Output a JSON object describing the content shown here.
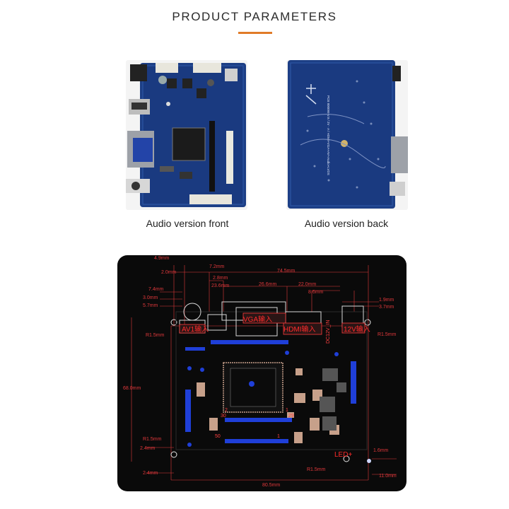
{
  "header": {
    "title": "PRODUCT PARAMETERS",
    "accent_color": "#e07b28"
  },
  "photos": {
    "front_caption": "Audio version front",
    "back_caption": "Audio version back",
    "back_silkscreen": "PCB 800099 V.9 / 2V · A / HDMI+VGA+AV+Audio+LVDS"
  },
  "diagram": {
    "connectors": {
      "av1": "AV1输入",
      "vga": "VGA输入",
      "hdmi": "HDMI输入",
      "dc12v": "12V输入",
      "dc12v_side": "DC12V_IN",
      "led": "LED+"
    },
    "pins": {
      "p2": "2",
      "p30": "30",
      "p29": "29",
      "p1": "1",
      "p1b": "1",
      "p50": "50"
    },
    "dimensions": {
      "d4_9": "4.9mm",
      "d2_0": "2.0mm",
      "d7_2": "7.2mm",
      "d74_5": "74.5mm",
      "d2_8": "2.8mm",
      "d7_4": "7.4mm",
      "d23_6": "23.6mm",
      "d26_6": "26.6mm",
      "d22_0": "22.0mm",
      "d8_6": "8.6mm",
      "d1_9": "1.9mm",
      "d3_0": "3.0mm",
      "d5_7": "5.7mm",
      "d3_7": "3.7mm",
      "r1_5_left": "R1.5mm",
      "r1_5_right": "R1.5mm",
      "d68_0": "68.0mm",
      "r1_5_bl": "R1.5mm",
      "d2_4": "2.4mm",
      "d1_6": "1.6mm",
      "d2_4b": "2.4mm",
      "r1_5_bm": "R1.5mm",
      "d11_0": "11.0mm",
      "d80_5": "80.5mm"
    },
    "colors": {
      "dimension": "#e0383b",
      "board_bg": "#0a0a0a",
      "pad": "#c7a08a",
      "via": "#1f3fd8"
    }
  }
}
